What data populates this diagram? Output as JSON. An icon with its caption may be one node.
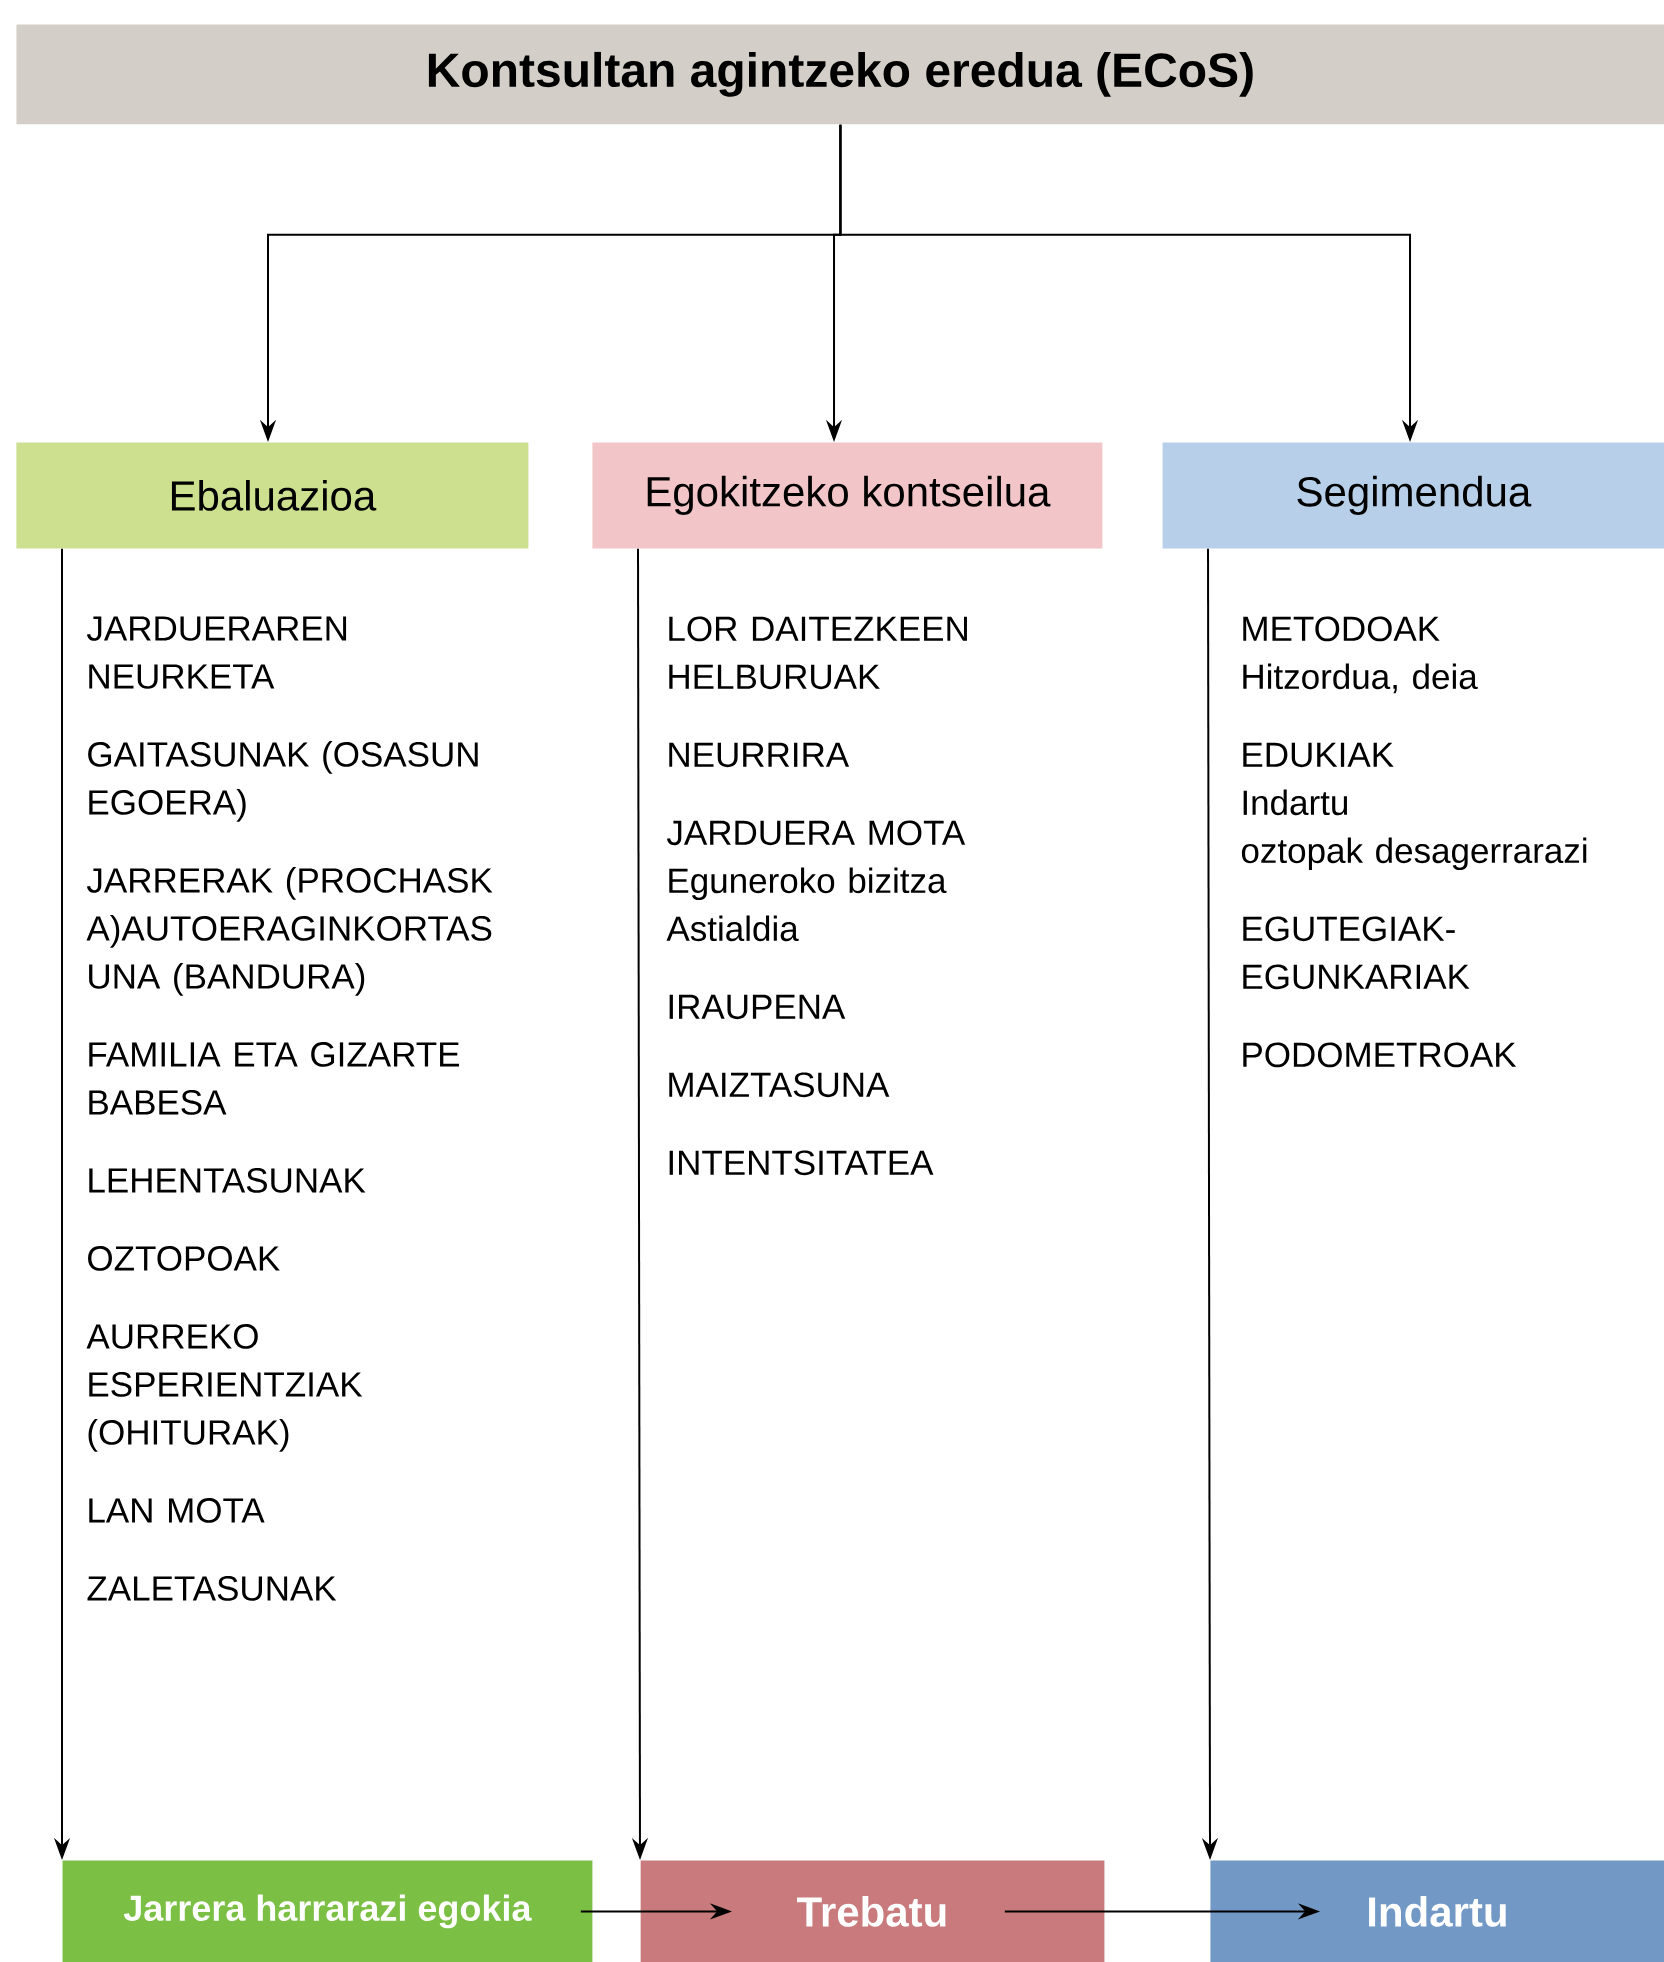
{
  "diagram": {
    "nodes": [
      {
        "text": [
          "Kontsultan agintzeko eredua (ECoS)"
        ]
      },
      {
        "text": [
          "Ebaluazioa"
        ]
      },
      {
        "text": [
          "Egokitzeko kontseilua"
        ]
      },
      {
        "text": [
          "Segimendua"
        ]
      },
      {
        "text": [
          "Jarrera harrarazi egokia"
        ]
      },
      {
        "text": [
          "Trebatu"
        ]
      },
      {
        "text": [
          "Indartu"
        ]
      }
    ],
    "edges": [
      {
        "from": 0,
        "to": 1,
        "arrow": "to"
      },
      {
        "from": 0,
        "to": 2,
        "arrow": "to"
      },
      {
        "from": 0,
        "to": 3,
        "arrow": "to"
      },
      {
        "from": 1,
        "to": 4,
        "arrow": "to"
      },
      {
        "from": 2,
        "to": 5,
        "arrow": "to"
      },
      {
        "from": 3,
        "to": 6,
        "arrow": "to"
      },
      {
        "from": 4,
        "to": 5,
        "arrow": "to"
      },
      {
        "from": 5,
        "to": 6,
        "arrow": "to"
      }
    ],
    "labels": [
      "JARDUERAREN NEURKETA",
      "GAITASUNAK (OSASUN EGOERA)",
      "JARRERAK (PROCHASK A)AUTOERAGINKORTAS UNA (BANDURA)",
      "FAMILIA ETA GIZARTE BABESA",
      "LEHENTASUNAK",
      "OZTOPOAK",
      "AURREKO ESPERIENTZIAK (OHITURAK)",
      "LAN MOTA",
      "ZALETASUNAK",
      "LOR DAITEZKEEN HELBURUAK",
      "NEURRIRA",
      "JARDUERA MOTA",
      "Eguneroko bizitza",
      "Astialdia",
      "IRAUPENA",
      "MAIZTASUNA",
      "INTENTSITATEA",
      "METODOAK",
      "Hitzordua, deia",
      "EDUKIAK",
      "Indartu",
      "oztopak desagerrarazi",
      "EGUTEGIAK- EGUNKARIAK",
      "PODOMETROAK"
    ]
  }
}
